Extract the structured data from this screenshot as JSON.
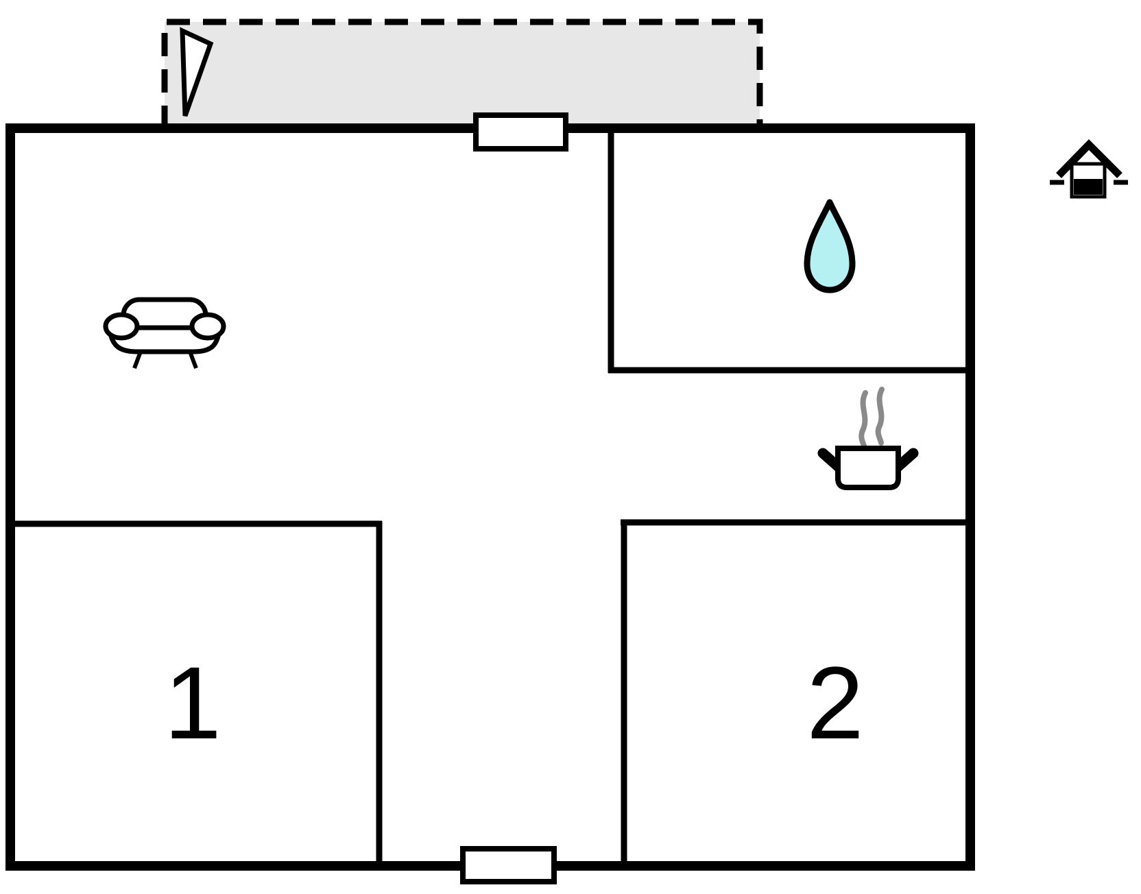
{
  "page": {
    "type": "floor-plan"
  },
  "rooms": [
    {
      "label": "1"
    },
    {
      "label": "2"
    }
  ],
  "colors": {
    "wall": "#000000",
    "background": "#ffffff",
    "terrace_fill": "#e7e7e7",
    "door_fill": "#ffffff",
    "water_drop_fill": "#b5f1f3",
    "steam": "#8a8a8a"
  },
  "icons": [
    "flag-icon",
    "sofa-icon",
    "water-drop-icon",
    "cooking-pot-icon",
    "steam-icon",
    "floor-level-house-icon"
  ]
}
